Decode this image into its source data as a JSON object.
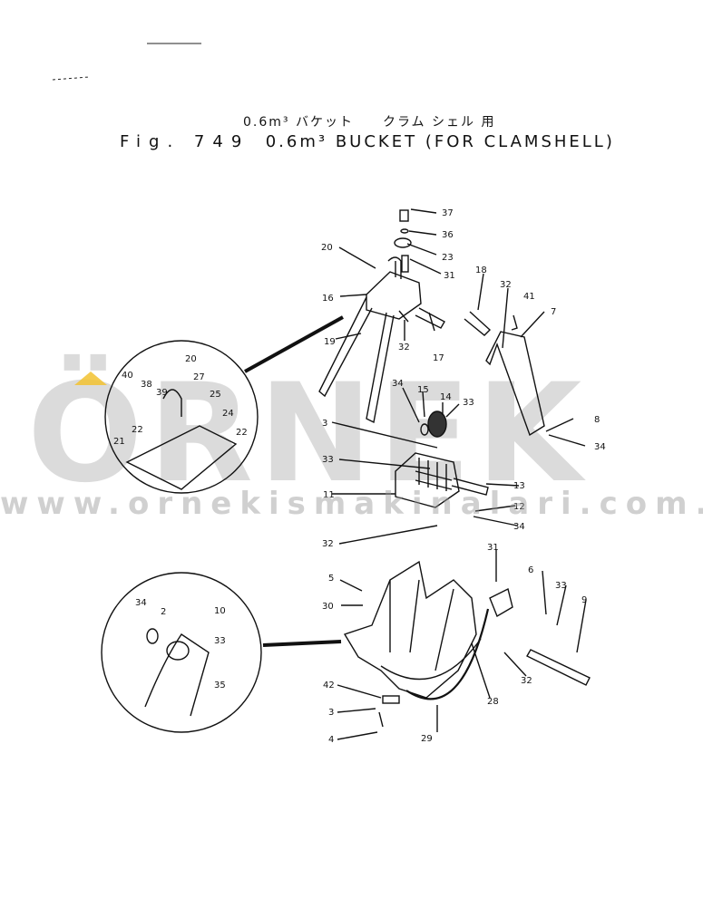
{
  "title": {
    "japanese": "0.6m³ バケット　　クラム シェル 用",
    "fig_label": "Fig. 749",
    "english": "0.6m³ BUCKET (FOR CLAMSHELL)"
  },
  "watermark": {
    "logo": "ÖRNEK",
    "url": "www.ornekismakinalari.com.tr",
    "accent_color": "#f2c230"
  },
  "parts": [
    "37",
    "36",
    "23",
    "20",
    "31",
    "18",
    "32",
    "41",
    "7",
    "16",
    "19",
    "32",
    "17",
    "34",
    "15",
    "14",
    "33",
    "8",
    "34",
    "3",
    "33",
    "11",
    "13",
    "12",
    "34",
    "32",
    "31",
    "5",
    "6",
    "33",
    "9",
    "30",
    "32",
    "28",
    "42",
    "3",
    "29",
    "4"
  ],
  "detail_upper_parts": [
    "40",
    "38",
    "39",
    "20",
    "27",
    "25",
    "24",
    "22",
    "21",
    "22"
  ],
  "detail_lower_parts": [
    "34",
    "2",
    "10",
    "33",
    "35"
  ]
}
